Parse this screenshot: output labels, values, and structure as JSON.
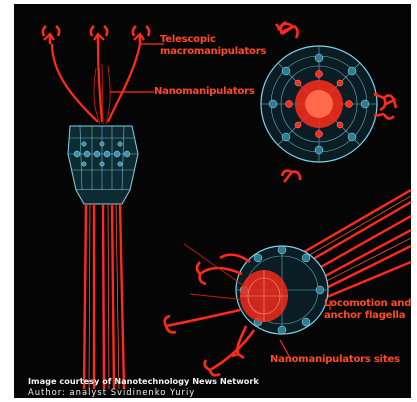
{
  "labels": {
    "telescopic": [
      "Telescopic",
      "macromanipulators"
    ],
    "nanomanipulators": "Nanomanipulators",
    "locomotion": [
      "Locomotion and",
      "anchor flagella"
    ],
    "nanomanipulator_sites": "Nanomanipulators sites"
  },
  "credit": {
    "line1": "Image courtesy of Nanotechnology News Network",
    "line2": "Author: analyst Svidinenko Yuriy"
  },
  "colors": {
    "background": "#050505",
    "manipulator_red": "#ff2a1a",
    "frame_cyan": "#7fd3e6",
    "label_red": "#ff4a28"
  }
}
